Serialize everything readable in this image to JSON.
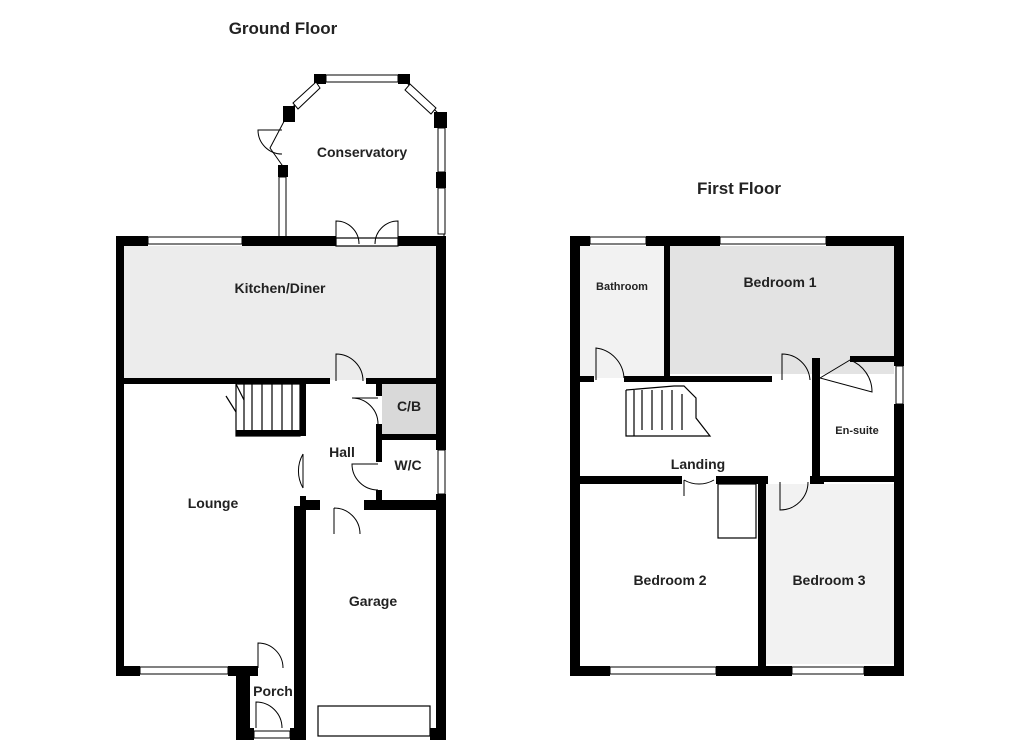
{
  "floors": [
    {
      "id": "ground",
      "title": "Ground Floor"
    },
    {
      "id": "first",
      "title": "First Floor"
    }
  ],
  "rooms": {
    "conservatory": "Conservatory",
    "kitchen_diner": "Kitchen/Diner",
    "cb": "C/B",
    "hall": "Hall",
    "wc": "W/C",
    "lounge": "Lounge",
    "garage": "Garage",
    "porch": "Porch",
    "bathroom": "Bathroom",
    "bedroom1": "Bedroom 1",
    "ensuite": "En-suite",
    "landing": "Landing",
    "bedroom2": "Bedroom 2",
    "bedroom3": "Bedroom 3"
  },
  "colors": {
    "wall": "#000000",
    "room_fill_light": "#f2f2f2",
    "room_fill_mid": "#e3e3e3",
    "room_fill_dark": "#d9d9d9",
    "background": "#ffffff"
  }
}
